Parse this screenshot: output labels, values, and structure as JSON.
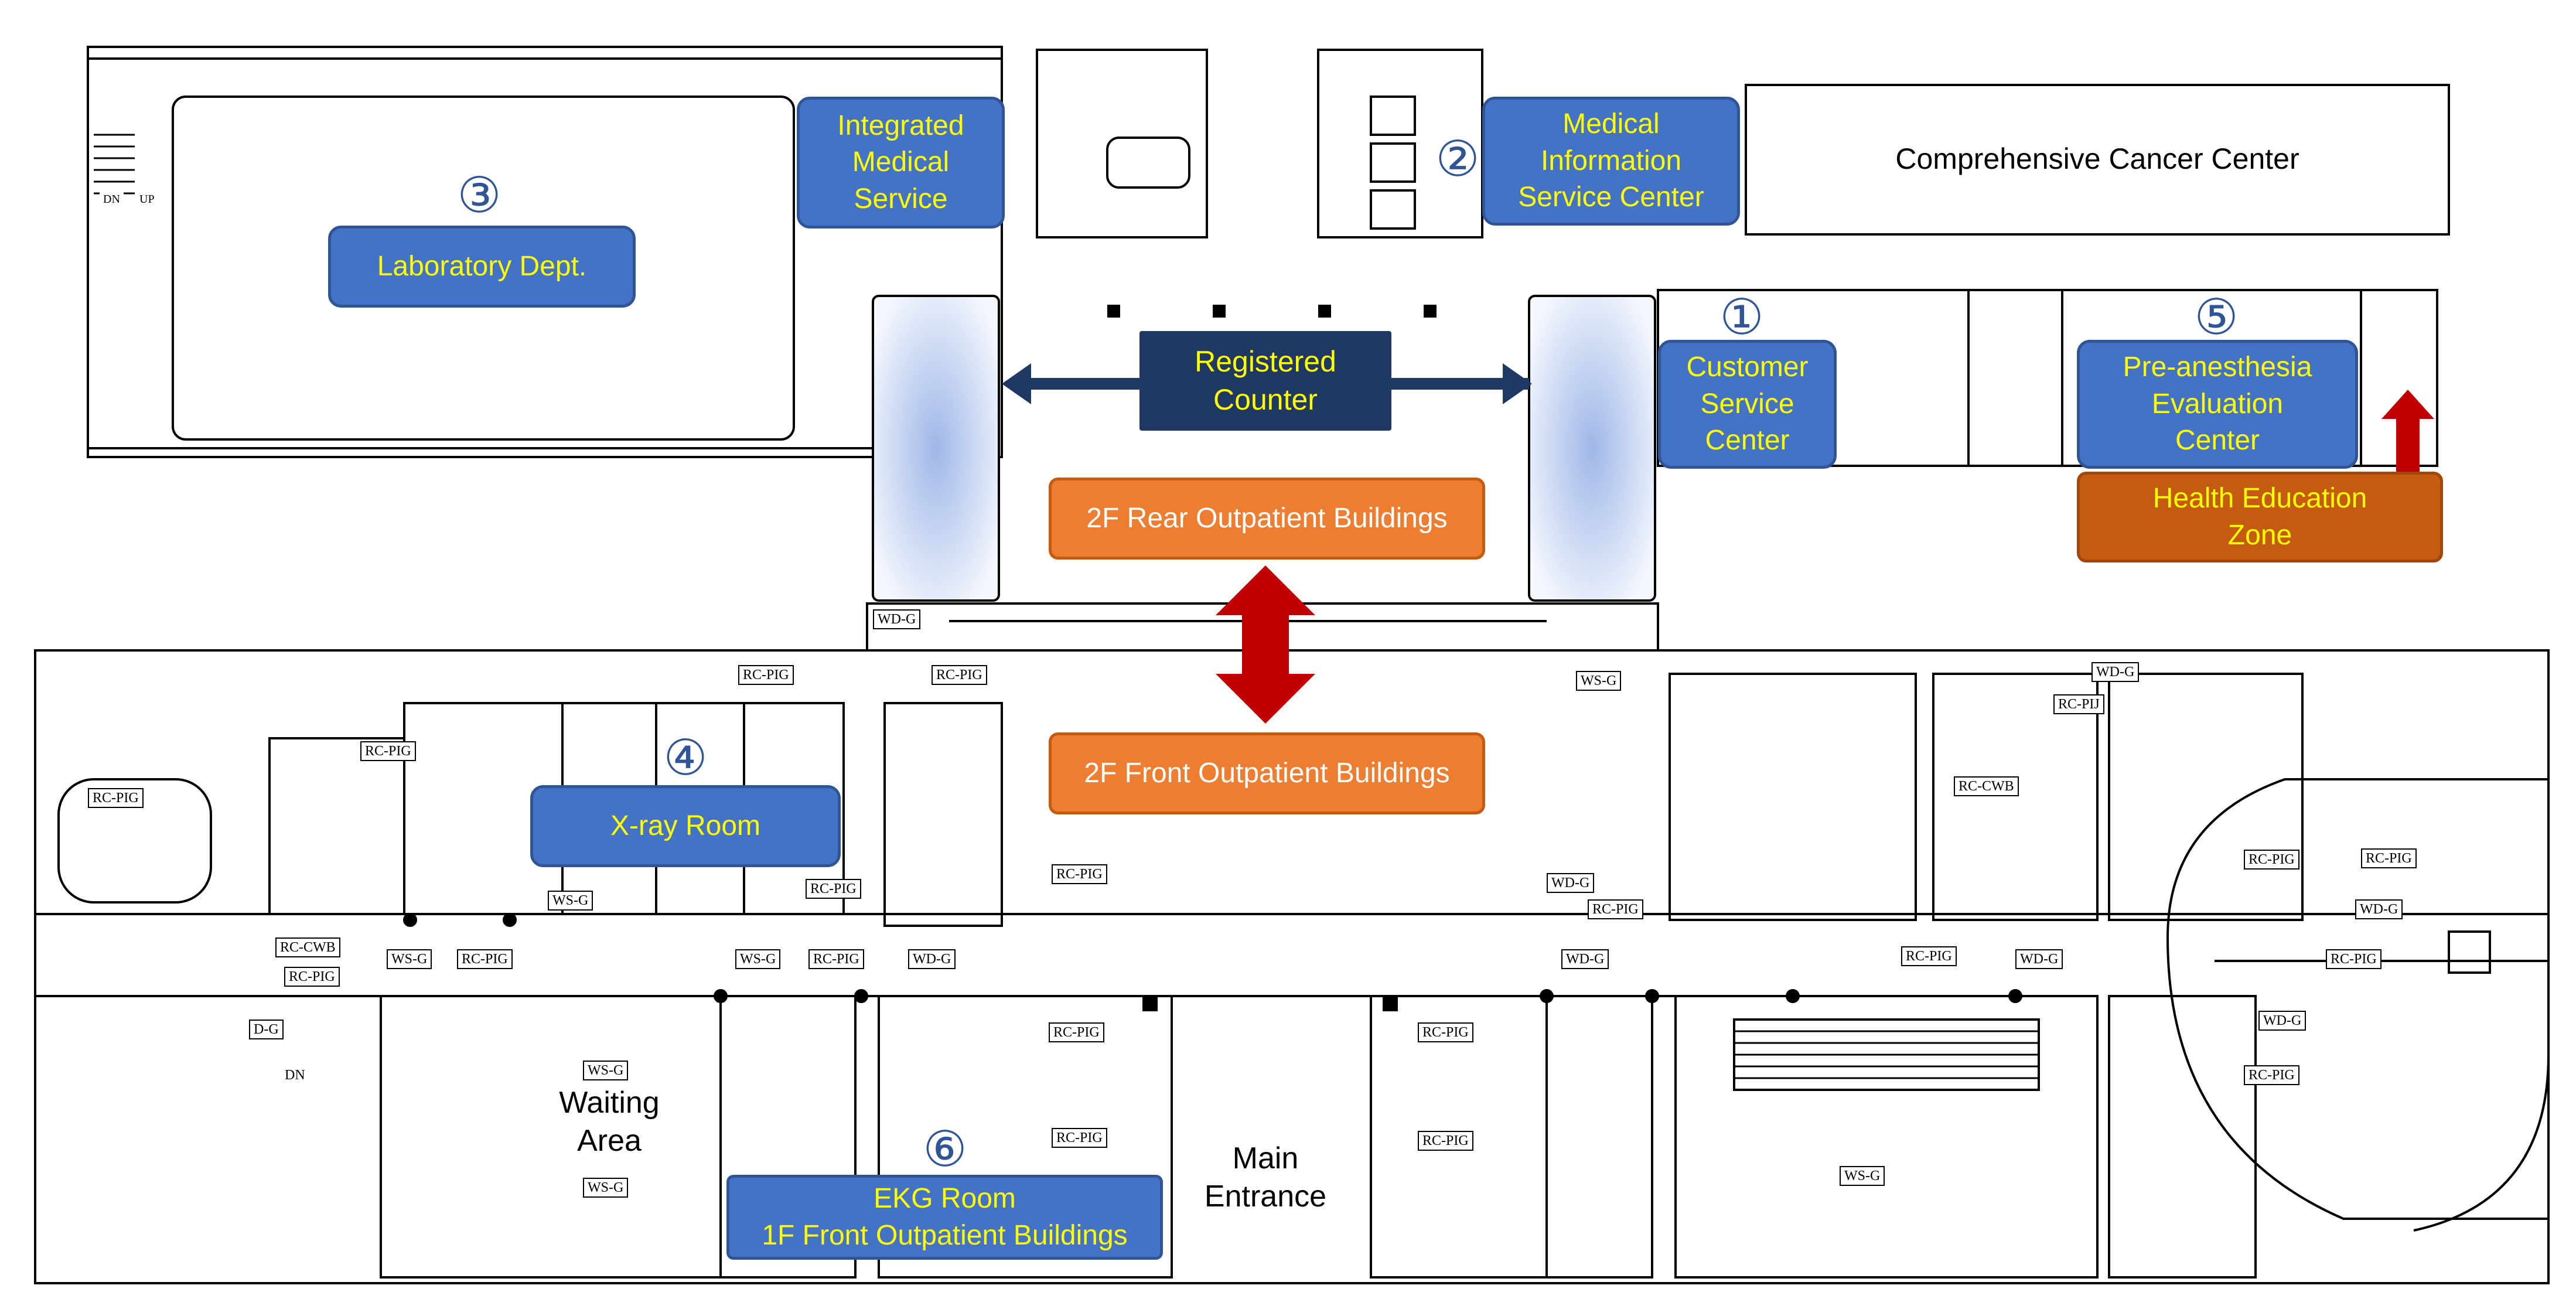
{
  "labels": {
    "integrated_medical_service": [
      "Integrated",
      "Medical",
      "Service"
    ],
    "medical_information_service_center": [
      "Medical",
      "Information",
      "Service Center"
    ],
    "comprehensive_cancer_center": "Comprehensive Cancer Center",
    "laboratory_dept": "Laboratory Dept.",
    "registered_counter": [
      "Registered",
      "Counter"
    ],
    "customer_service_center": [
      "Customer",
      "Service",
      "Center"
    ],
    "pre_anesthesia_evaluation_center": [
      "Pre-anesthesia",
      "Evaluation",
      "Center"
    ],
    "health_education_zone": [
      "Health Education",
      "Zone"
    ],
    "rear_outpatient_2f": "2F Rear Outpatient Buildings",
    "front_outpatient_2f": "2F Front Outpatient Buildings",
    "xray_room": "X-ray Room",
    "waiting_area": [
      "Waiting",
      "Area"
    ],
    "main_entrance": [
      "Main",
      "Entrance"
    ],
    "ekg_room": [
      "EKG Room",
      "1F Front Outpatient Buildings"
    ]
  },
  "markers": {
    "m1": "①",
    "m2": "②",
    "m3": "③",
    "m4": "④",
    "m5": "⑤",
    "m6": "⑥"
  },
  "room_codes": {
    "wdg": "WD-G",
    "wsg": "WS-G",
    "rcpig": "RC-PIG",
    "rccwb": "RC-CWB",
    "rcpij": "RC-PIJ",
    "dg": "D-G",
    "dn": "DN",
    "up": "UP"
  },
  "colors": {
    "room_blue": "#4472c4",
    "counter_navy": "#1f3864",
    "building_orange": "#ed7d31",
    "health_zone_orange": "#c55a11",
    "arrow_red": "#c00000",
    "arrow_navy": "#1f3864",
    "label_yellow": "#ffff00"
  }
}
